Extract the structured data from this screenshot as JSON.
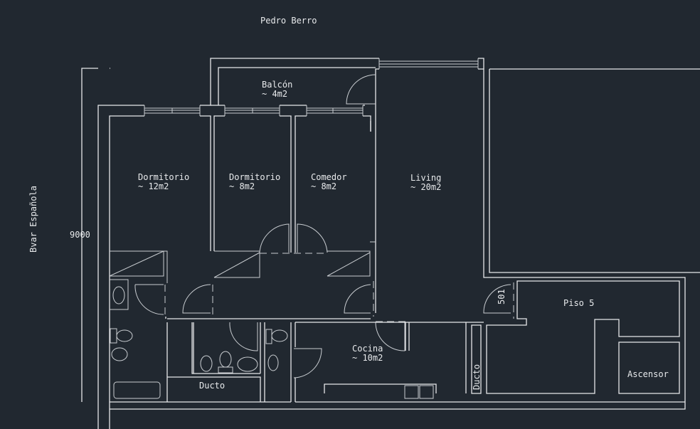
{
  "street_top": "Pedro Berro",
  "street_left": "Bvar Española",
  "dimension": "9000",
  "rooms": [
    {
      "name": "Balcón",
      "area": "~ 4m2"
    },
    {
      "name": "Dormitorio",
      "area": "~ 12m2"
    },
    {
      "name": "Dormitorio",
      "area": "~ 8m2"
    },
    {
      "name": "Comedor",
      "area": "~ 8m2"
    },
    {
      "name": "Living",
      "area": "~ 20m2"
    },
    {
      "name": "Cocina",
      "area": "~ 10m2"
    }
  ],
  "labels": {
    "ducto_1": "Ducto",
    "ducto_2": "Ducto",
    "piso": "Piso 5",
    "ascensor": "Ascensor",
    "door_number": "501"
  },
  "colors": {
    "background": "#212830",
    "lines": "#e6e8ea"
  }
}
